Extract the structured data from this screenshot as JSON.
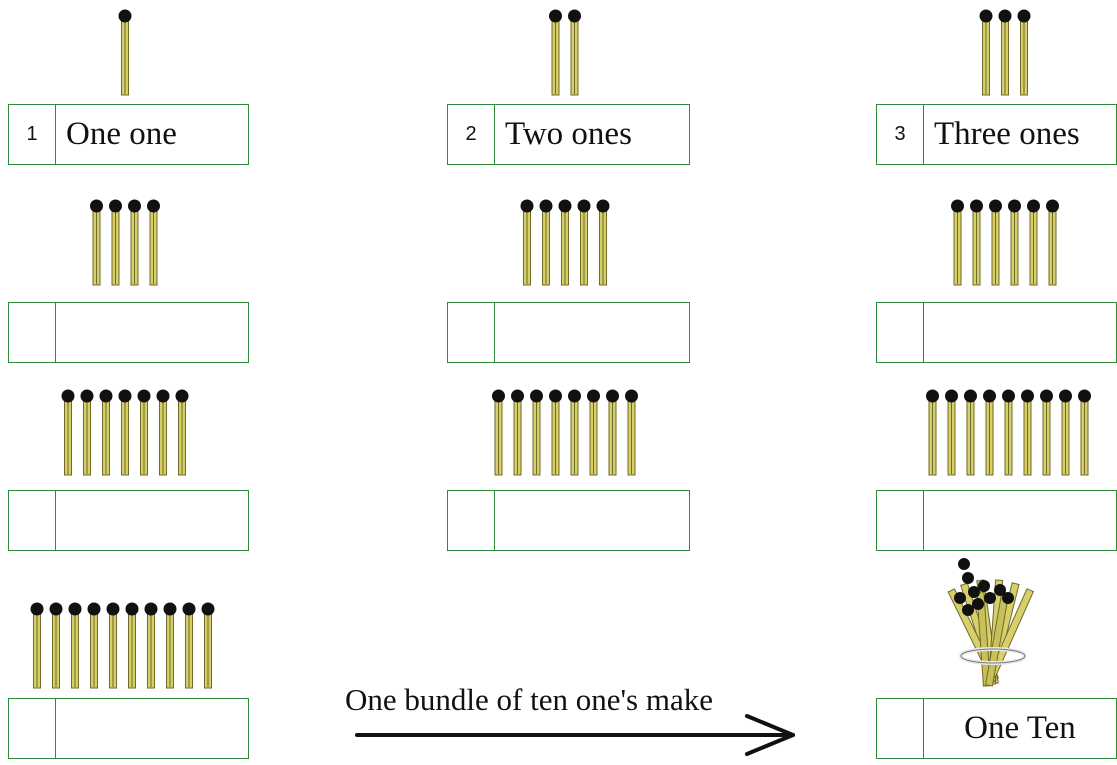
{
  "rows": [
    [
      {
        "count": 1,
        "number": "1",
        "word": "One one"
      },
      {
        "count": 2,
        "number": "2",
        "word": "Two ones"
      },
      {
        "count": 3,
        "number": "3",
        "word": "Three ones"
      }
    ],
    [
      {
        "count": 4,
        "number": "",
        "word": ""
      },
      {
        "count": 5,
        "number": "",
        "word": ""
      },
      {
        "count": 6,
        "number": "",
        "word": ""
      }
    ],
    [
      {
        "count": 7,
        "number": "",
        "word": ""
      },
      {
        "count": 8,
        "number": "",
        "word": ""
      },
      {
        "count": 9,
        "number": "",
        "word": ""
      }
    ]
  ],
  "bundle_row": {
    "ones": {
      "count": 10,
      "number": "",
      "word": ""
    },
    "caption": "One bundle of ten one's make",
    "ten": {
      "number": "",
      "word": "One Ten"
    }
  },
  "colors": {
    "stick": "#d6cf6a",
    "stick_edge": "#6f6a2a",
    "match_head": "#111111",
    "box_border": "#2e8b3a",
    "arrow": "#111111"
  },
  "icons": [
    "matchstick-icon",
    "matchstick-bundle-icon",
    "right-arrow-icon"
  ]
}
